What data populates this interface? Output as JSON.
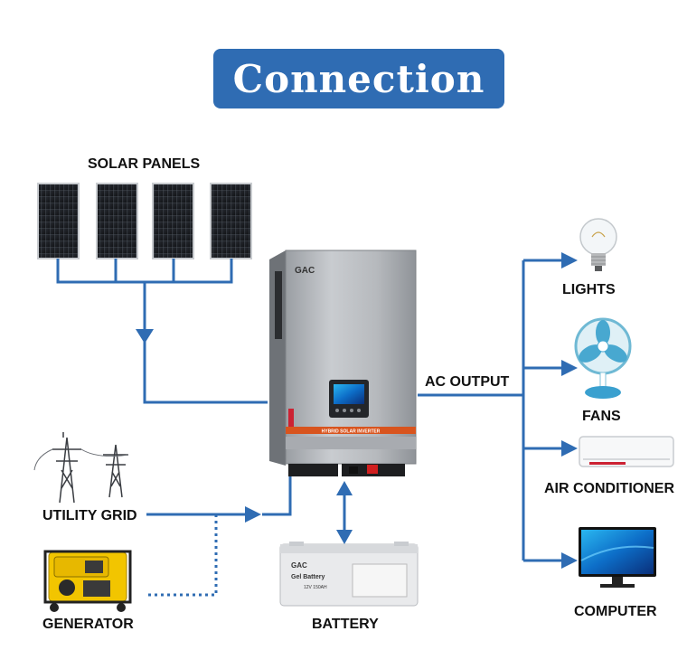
{
  "title": "Connection",
  "labels": {
    "solar_panels": "SOLAR PANELS",
    "ac_output": "AC OUTPUT",
    "lights": "LIGHTS",
    "fans": "FANS",
    "air_conditioner": "AIR CONDITIONER",
    "computer": "COMPUTER",
    "utility_grid": "UTILITY GRID",
    "generator": "GENERATOR",
    "battery": "BATTERY"
  },
  "inverter": {
    "brand": "GAC",
    "band_text": "HYBRID SOLAR INVERTER"
  },
  "battery_unit": {
    "brand": "GAC",
    "name": "Gel Battery",
    "spec": "12V 150AH"
  },
  "colors": {
    "title_bg": "#2f6cb3",
    "line": "#2f6cb3",
    "inverter_band": "#d8541e"
  }
}
